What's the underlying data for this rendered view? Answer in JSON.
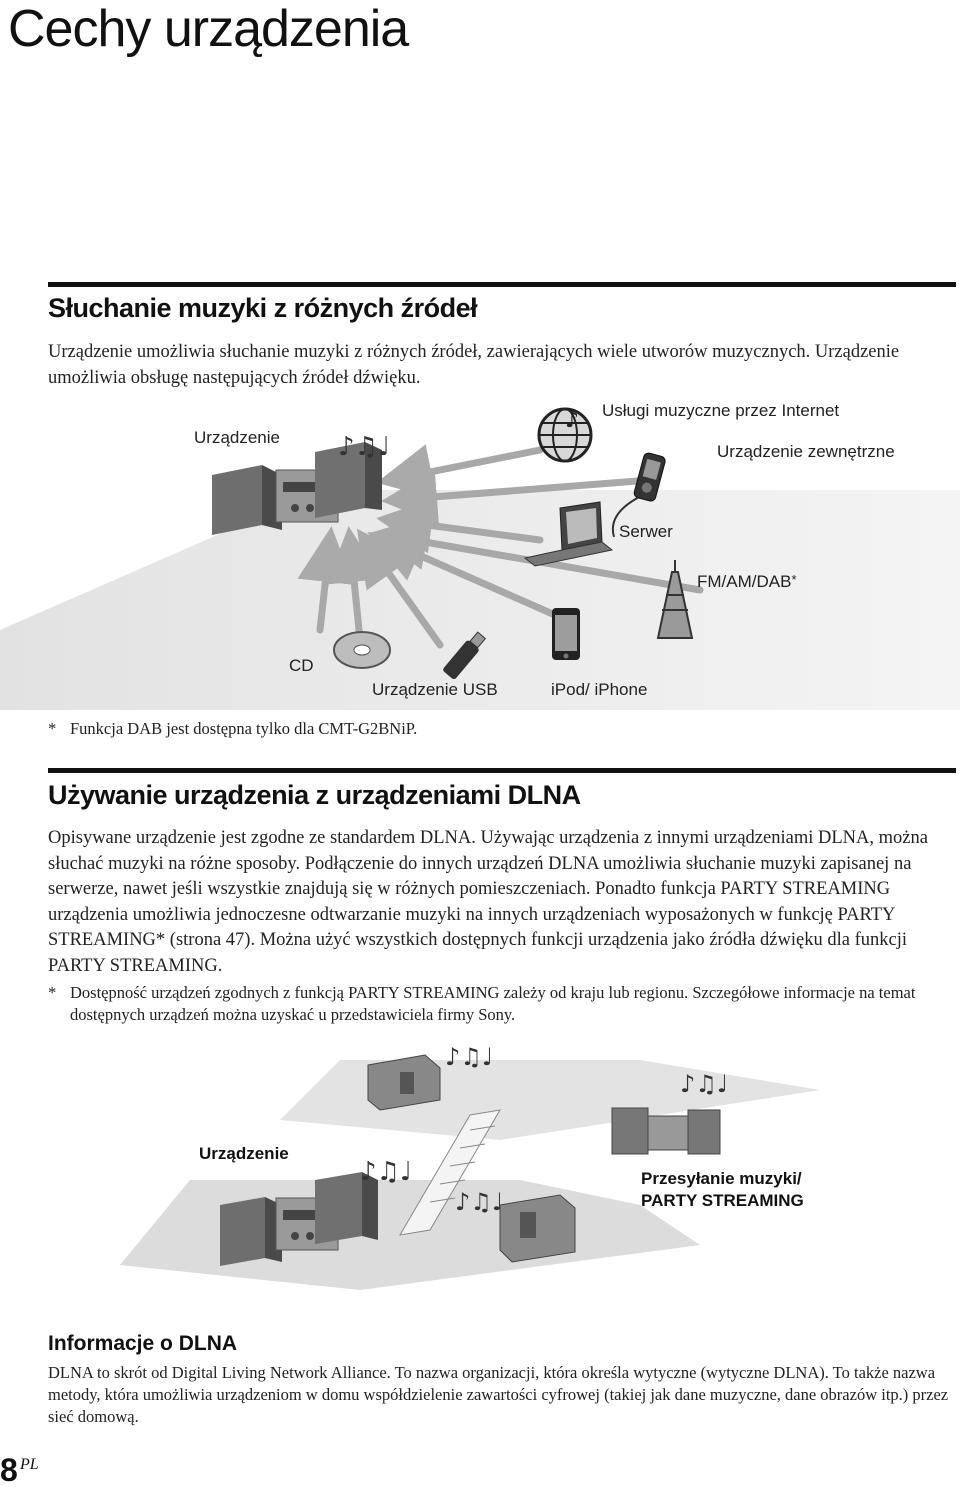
{
  "page": {
    "title": "Cechy urządzenia",
    "page_number": "8",
    "page_lang": "PL"
  },
  "section1": {
    "heading": "Słuchanie muzyki z różnych źródeł",
    "paragraph": "Urządzenie umożliwia słuchanie muzyki z różnych źródeł, zawierających wiele utworów muzycznych. Urządzenie umożliwia obsługę następujących źródeł dźwięku.",
    "diagram": {
      "label_device": "Urządzenie",
      "label_internet": "Usługi muzyczne przez Internet",
      "label_external": "Urządzenie zewnętrzne",
      "label_server": "Serwer",
      "label_radio": "FM/AM/DAB",
      "label_radio_star": "*",
      "label_cd": "CD",
      "label_usb": "Urządzenie USB",
      "label_ipod": "iPod/ iPhone"
    },
    "footnote_star": "*",
    "footnote": "Funkcja DAB jest dostępna tylko dla CMT-G2BNiP."
  },
  "section2": {
    "heading": "Używanie urządzenia z urządzeniami DLNA",
    "paragraph": "Opisywane urządzenie jest zgodne ze standardem DLNA. Używając urządzenia z innymi urządzeniami DLNA, można słuchać muzyki na różne sposoby. Podłączenie do innych urządzeń DLNA umożliwia słuchanie muzyki zapisanej na serwerze, nawet jeśli wszystkie znajdują się w różnych pomieszczeniach. Ponadto funkcja PARTY STREAMING urządzenia umożliwia jednoczesne odtwarzanie muzyki na innych urządzeniach wyposażonych w funkcję PARTY STREAMING* (strona 47). Można użyć wszystkich dostępnych funkcji urządzenia jako źródła dźwięku dla funkcji PARTY STREAMING.",
    "footnote_star": "*",
    "footnote": "Dostępność urządzeń zgodnych z funkcją PARTY STREAMING zależy od kraju lub regionu. Szczegółowe informacje na temat dostępnych urządzeń można uzyskać u przedstawiciela firmy Sony.",
    "diagram": {
      "label_device": "Urządzenie",
      "label_streaming_line1": "Przesyłanie muzyki/",
      "label_streaming_line2": "PARTY STREAMING"
    }
  },
  "section3": {
    "heading": "Informacje o DLNA",
    "paragraph": "DLNA to skrót od Digital Living Network Alliance. To nazwa organizacji, która określa wytyczne (wytyczne DLNA). To także nazwa metody, która umożliwia urządzeniom w domu współdzielenie zawartości cyfrowej (takiej jak dane muzyczne, dane obrazów itp.) przez sieć domową."
  },
  "icons": {
    "globe": "globe-icon",
    "music_notes": "music-notes-icon",
    "mp3_player": "mp3-player-icon",
    "laptop": "laptop-icon",
    "tower": "radio-tower-icon",
    "cd": "cd-disc-icon",
    "usb": "usb-stick-icon",
    "phone": "iphone-icon",
    "stereo": "stereo-system-icon"
  }
}
